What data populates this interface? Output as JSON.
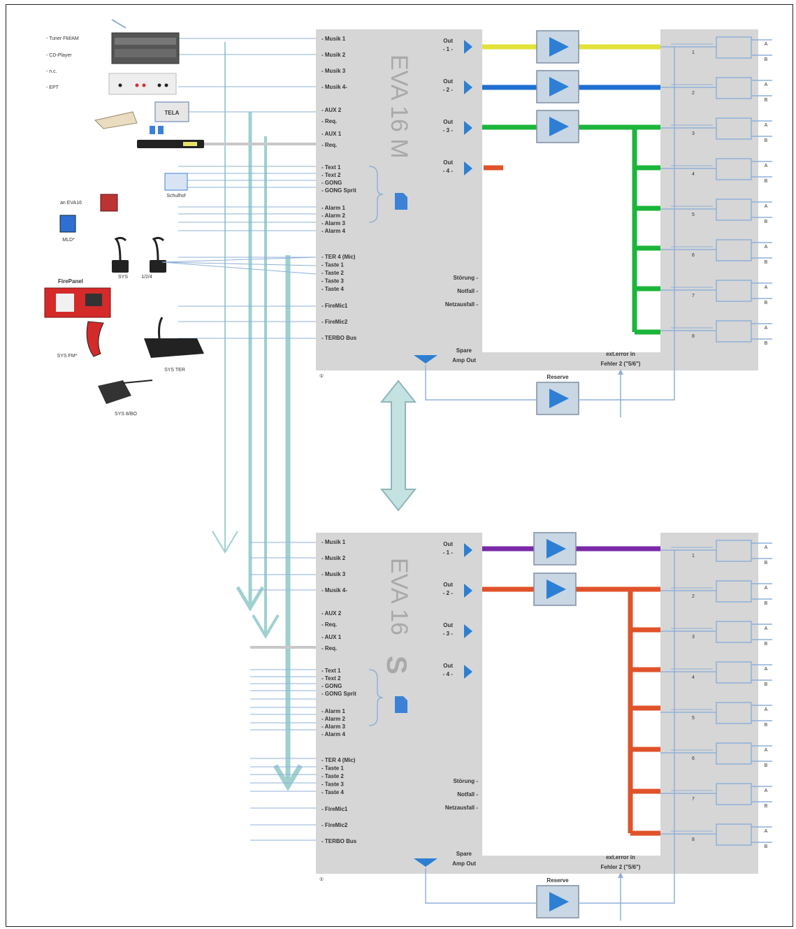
{
  "diagram": {
    "sources": {
      "tuner": "- Tuner FM/AM",
      "cd": "- CD-Player",
      "nc": "- n.c.",
      "ept": "- EPT",
      "tela": "TELA",
      "schulbox": "Schulhof",
      "an_eva": "an EVA16",
      "mld": "MLD*",
      "sys_mic_a": "SYS",
      "sys_mic_b": "1/2/4",
      "firepanel": "FirePanel",
      "sys_fm": "SYS FM*",
      "sys_ter": "SYS TER",
      "sys_bo": "SYS 8/BO"
    },
    "unit_m": {
      "title": "EVA 16 M",
      "inputs_top": [
        "- Musik 1",
        "- Musik 2",
        "- Musik 3",
        "- Musik 4-"
      ],
      "inputs_aux": [
        "- AUX 2",
        "- Req.",
        "- AUX 1",
        "- Req."
      ],
      "inputs_text": [
        "- Text 1",
        "- Text 2",
        "- GONG",
        "- GONG Sprit"
      ],
      "inputs_alarm": [
        "- Alarm 1",
        "- Alarm 2",
        "- Alarm 3",
        "- Alarm 4"
      ],
      "inputs_ter": [
        "- TER 4 (Mic)",
        "- Taste 1",
        "- Taste 2",
        "- Taste 3",
        "- Taste 4"
      ],
      "inputs_fire": [
        "- FireMic1",
        "- FireMic2",
        "- TERBO Bus"
      ],
      "outputs": [
        {
          "label": "Out - 1 -",
          "color": "#e2e23a"
        },
        {
          "label": "Out - 2 -",
          "color": "#1f6fd1"
        },
        {
          "label": "Out - 3 -",
          "color": "#1bb53b"
        },
        {
          "label": "Out - 4 -",
          "color": "#e0522a"
        }
      ],
      "status": [
        "Störung -",
        "Notfall -",
        "Netzausfall -"
      ],
      "spare": "Spare Amp Out",
      "ext_error": "ext.error in Fehler 2 (\"5/6\")",
      "reserve": "Reserve",
      "zones": [
        "1",
        "2",
        "3",
        "4",
        "5",
        "6",
        "7",
        "8"
      ]
    },
    "unit_s": {
      "title": "EVA 16",
      "title_suffix": "S",
      "inputs_top": [
        "- Musik 1",
        "- Musik 2",
        "- Musik 3",
        "- Musik 4-"
      ],
      "inputs_aux": [
        "- AUX 2",
        "- Req.",
        "- AUX 1",
        "- Req."
      ],
      "inputs_text": [
        "- Text 1",
        "- Text 2",
        "- GONG",
        "- GONG Sprit"
      ],
      "inputs_alarm": [
        "- Alarm 1",
        "- Alarm 2",
        "- Alarm 3",
        "- Alarm 4"
      ],
      "inputs_ter": [
        "- TER 4 (Mic)",
        "- Taste 1",
        "- Taste 2",
        "- Taste 3",
        "- Taste 4"
      ],
      "inputs_fire": [
        "- FireMic1",
        "- FireMic2",
        "- TERBO Bus"
      ],
      "outputs": [
        {
          "label": "Out - 1 -",
          "color": "#7a2aa8"
        },
        {
          "label": "Out - 2 -",
          "color": "#e0522a"
        },
        {
          "label": "Out - 3 -",
          "color": "#1f6fd1"
        },
        {
          "label": "Out - 4 -",
          "color": "#1f6fd1"
        }
      ],
      "status": [
        "Störung -",
        "Notfall -",
        "Netzausfall -"
      ],
      "spare": "Spare Amp Out",
      "ext_error": "ext.error in Fehler 2 (\"5/6\")",
      "reserve": "Reserve",
      "zones": [
        "1",
        "2",
        "3",
        "4",
        "5",
        "6",
        "7",
        "8"
      ]
    },
    "colors": {
      "panel": "#d6d6d6",
      "amp": "#c9d6e3",
      "arrow": "#9fd0d0",
      "wire": "#8fb0d8"
    }
  }
}
